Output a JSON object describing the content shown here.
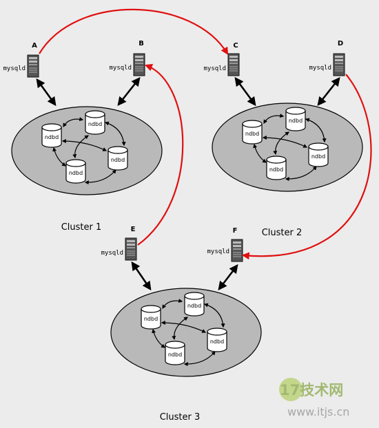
{
  "nodes": {
    "A": {
      "letter": "A",
      "process": "mysqld"
    },
    "B": {
      "letter": "B",
      "process": "mysqld"
    },
    "C": {
      "letter": "C",
      "process": "mysqld"
    },
    "D": {
      "letter": "D",
      "process": "mysqld"
    },
    "E": {
      "letter": "E",
      "process": "mysqld"
    },
    "F": {
      "letter": "F",
      "process": "mysqld"
    }
  },
  "clusters": [
    {
      "label": "Cluster 1",
      "data_nodes": [
        "ndbd",
        "ndbd",
        "ndbd",
        "ndbd"
      ]
    },
    {
      "label": "Cluster 2",
      "data_nodes": [
        "ndbd",
        "ndbd",
        "ndbd",
        "ndbd"
      ]
    },
    {
      "label": "Cluster 3",
      "data_nodes": [
        "ndbd",
        "ndbd",
        "ndbd",
        "ndbd"
      ]
    }
  ],
  "watermark": {
    "line1": "17技术网",
    "line2": "www.itjs.cn"
  },
  "colors": {
    "background": "#ececec",
    "cluster_fill": "#b9b9b9",
    "replication_arrow": "#e01010",
    "node_icon": "#555555"
  }
}
